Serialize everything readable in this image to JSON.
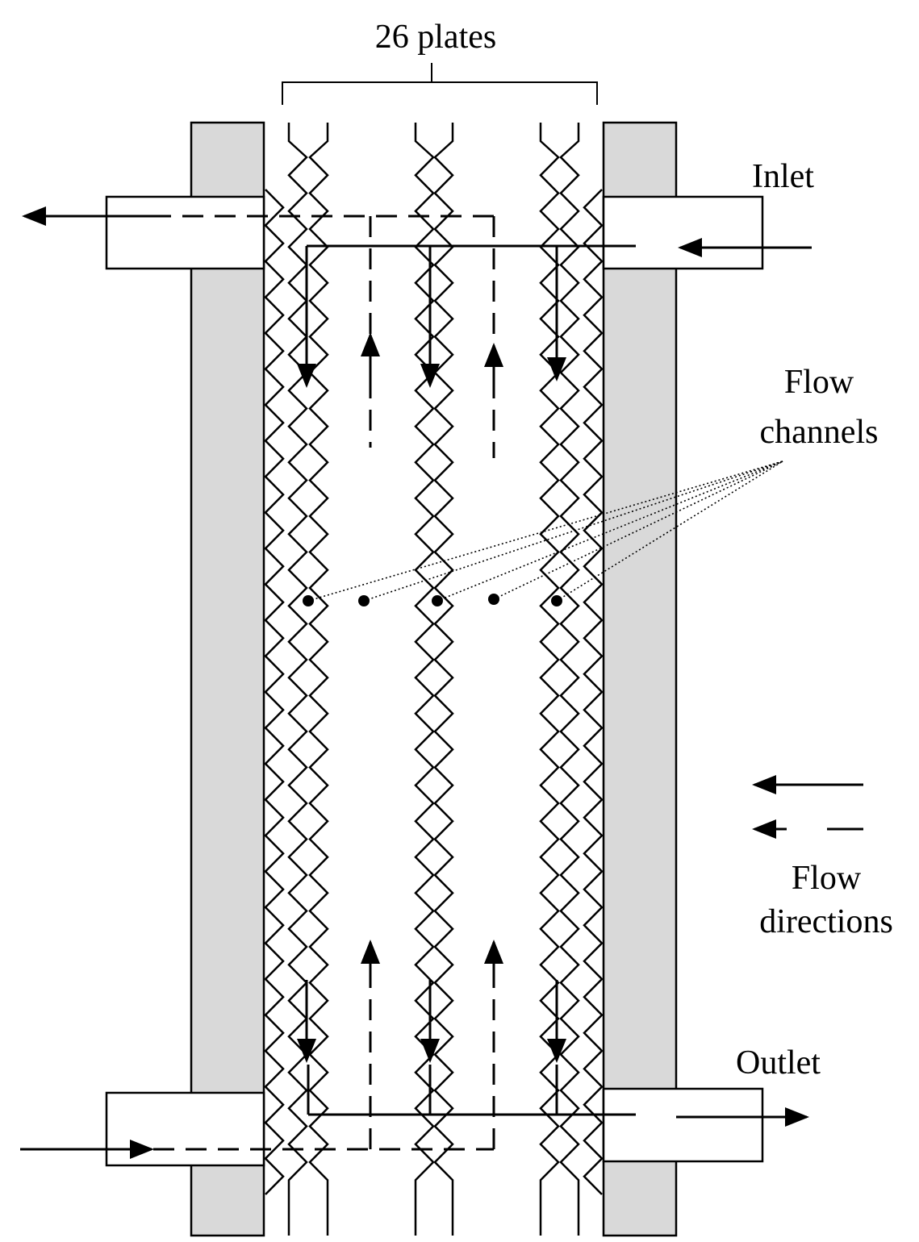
{
  "labels": {
    "plates": "26 plates",
    "inlet": "Inlet",
    "outlet": "Outlet",
    "flow_channels_line1": "Flow",
    "flow_channels_line2": "channels",
    "flow_directions_line1": "Flow",
    "flow_directions_line2": "directions"
  },
  "colors": {
    "stroke": "#000000",
    "frame_fill": "#d9d9d9",
    "background": "#ffffff"
  },
  "flow_channel_marker_count": 5
}
